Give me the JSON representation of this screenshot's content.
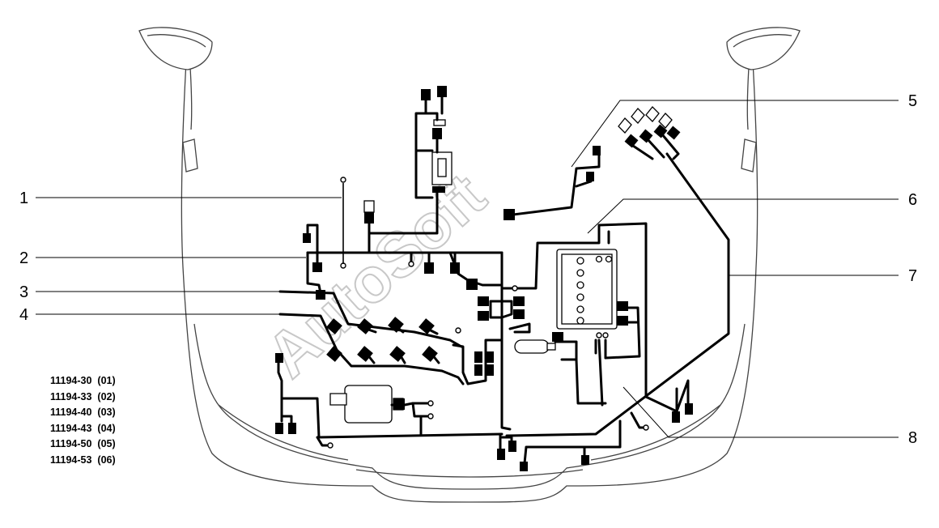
{
  "callouts": [
    "1",
    "2",
    "3",
    "4",
    "5",
    "6",
    "7",
    "8"
  ],
  "legend": [
    {
      "code": "11194-30",
      "variant": "(01)"
    },
    {
      "code": "11194-33",
      "variant": "(02)"
    },
    {
      "code": "11194-40",
      "variant": "(03)"
    },
    {
      "code": "11194-43",
      "variant": "(04)"
    },
    {
      "code": "11194-50",
      "variant": "(05)"
    },
    {
      "code": "11194-53",
      "variant": "(06)"
    }
  ],
  "watermark": "AutoSoft",
  "colors": {
    "line": "#000000",
    "outline": "#444444",
    "watermark": "#c8c8c8"
  }
}
